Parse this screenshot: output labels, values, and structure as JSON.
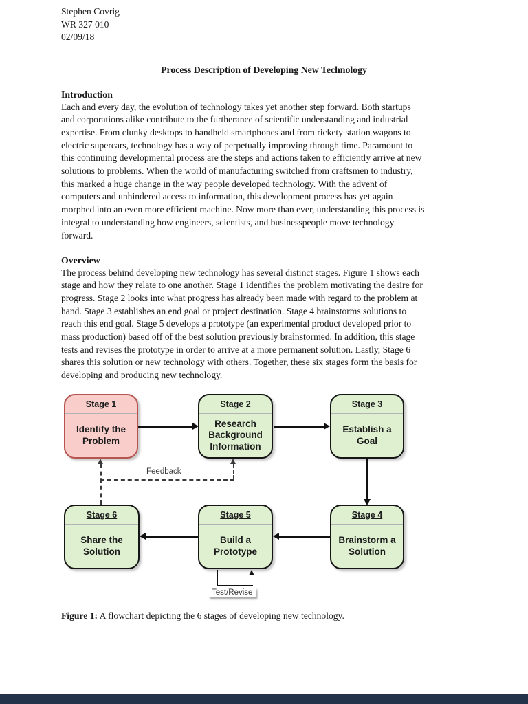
{
  "document": {
    "author": "Stephen Covrig",
    "course": "WR 327 010",
    "date": "02/09/18",
    "title": "Process Description of Developing New Technology",
    "sections": [
      {
        "heading": "Introduction",
        "body": "Each and every day, the evolution of technology takes yet another step forward. Both startups\nand corporations alike contribute to the furtherance of scientific understanding and industrial\nexpertise. From clunky desktops to handheld smartphones and from rickety station wagons to\nelectric supercars, technology has a way of perpetually improving through time. Paramount to\nthis continuing developmental process are the steps and actions taken to efficiently arrive at new\nsolutions to problems. When the world of manufacturing switched from craftsmen to industry,\nthis marked a huge change in the way people developed technology. With the advent of\ncomputers and unhindered access to information, this development process has yet again\nmorphed into an even more efficient machine. Now more than ever, understanding this process is\nintegral to understanding how engineers, scientists, and businesspeople move technology\nforward."
      },
      {
        "heading": "Overview",
        "body": "The process behind developing new technology has several distinct stages. Figure 1 shows each\nstage and how they relate to one another. Stage 1 identifies the problem motivating the desire for\nprogress. Stage 2 looks into what progress has already been made with regard to the problem at\nhand. Stage 3 establishes an end goal or project destination. Stage 4 brainstorms solutions to\nreach this end goal. Stage 5 develops a prototype (an experimental product developed prior to\nmass production) based off of the best solution previously brainstormed. In addition, this stage\ntests and revises the prototype in order to arrive at a more permanent solution. Lastly, Stage 6\nshares this solution or new technology with others. Together, these six stages form the basis for\ndeveloping and producing new technology."
      }
    ],
    "figure": {
      "label": "Figure 1:",
      "text": " A flowchart depicting the 6 stages of developing new technology."
    }
  },
  "flowchart": {
    "stages": [
      {
        "label": "Stage 1",
        "text": "Identify the Problem",
        "fill": "#f8cdca",
        "stroke": "#b85450"
      },
      {
        "label": "Stage 2",
        "text": "Research Background Information",
        "fill": "#def0d0",
        "stroke": "#151515"
      },
      {
        "label": "Stage 3",
        "text": "Establish a Goal",
        "fill": "#def0d0",
        "stroke": "#151515"
      },
      {
        "label": "Stage 4",
        "text": "Brainstorm a Solution",
        "fill": "#def0d0",
        "stroke": "#151515"
      },
      {
        "label": "Stage 5",
        "text": "Build a Prototype",
        "fill": "#def0d0",
        "stroke": "#151515"
      },
      {
        "label": "Stage 6",
        "text": "Share the Solution",
        "fill": "#def0d0",
        "stroke": "#151515"
      }
    ],
    "edge_labels": {
      "feedback": "Feedback",
      "test_revise": "Test/Revise"
    }
  },
  "viewer": {
    "footer_bar_color": "#233349"
  }
}
